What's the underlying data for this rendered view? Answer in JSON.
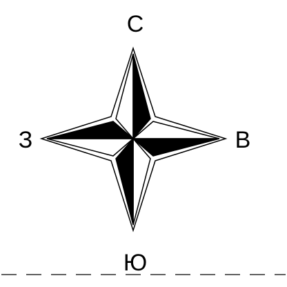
{
  "compass": {
    "labels": {
      "north": "С",
      "south": "Ю",
      "west": "З",
      "east": "В"
    },
    "colors": {
      "fill": "#000000",
      "background": "#ffffff",
      "stroke": "#000000",
      "divider": "#000000"
    },
    "icon": "compass-rose-icon",
    "divider_style": "dashed"
  }
}
